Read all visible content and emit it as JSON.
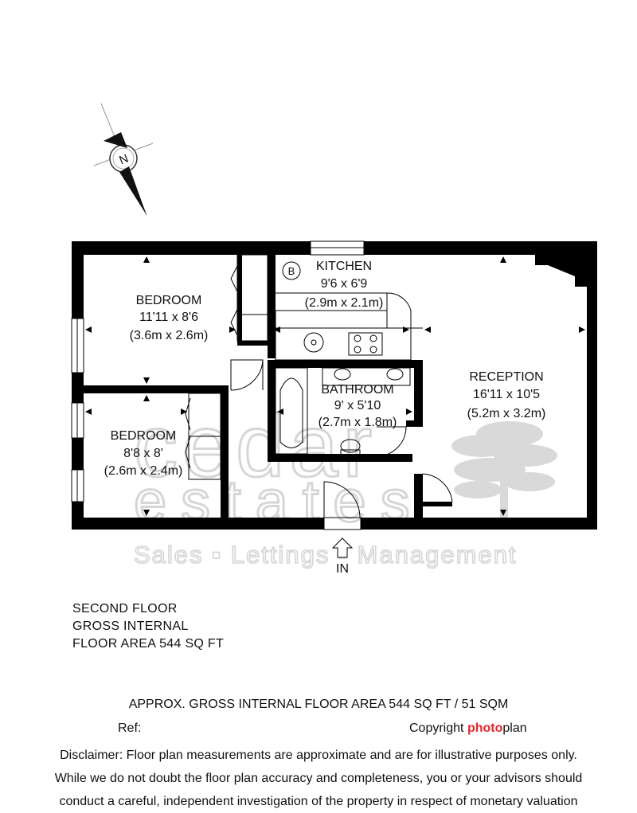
{
  "compass": {
    "label": "N"
  },
  "rooms": {
    "bedroom1": {
      "name": "BEDROOM",
      "dim_imperial": "11'11 x 8'6",
      "dim_metric": "(3.6m x 2.6m)"
    },
    "kitchen": {
      "name": "KITCHEN",
      "dim_imperial": "9'6 x 6'9",
      "dim_metric": "(2.9m x 2.1m)"
    },
    "boiler": {
      "label": "B"
    },
    "bathroom": {
      "name": "BATHROOM",
      "dim_imperial": "9' x 5'10",
      "dim_metric": "(2.7m x 1.8m)"
    },
    "reception": {
      "name": "RECEPTION",
      "dim_imperial": "16'11 x 10'5",
      "dim_metric": "(5.2m x 3.2m)"
    },
    "bedroom2": {
      "name": "BEDROOM",
      "dim_imperial": "8'8 x 8'",
      "dim_metric": "(2.6m x 2.4m)"
    }
  },
  "entrance": {
    "label": "IN"
  },
  "watermark": {
    "line1": "cedar",
    "line2": "estates",
    "line3": "Sales ▪ Lettings ▪ Management"
  },
  "floor_info": {
    "line1": "SECOND FLOOR",
    "line2": "GROSS INTERNAL",
    "line3": "FLOOR AREA 544 SQ FT"
  },
  "footer": {
    "area": "APPROX. GROSS INTERNAL FLOOR AREA 544 SQ FT / 51 SQM",
    "ref_label": "Ref:",
    "copyright_label": "Copyright",
    "brand_part1": "photo",
    "brand_part2": "plan",
    "disclaimer_line1": "Disclaimer: Floor plan measurements are approximate and are for illustrative purposes only.",
    "disclaimer_line2": "While we do not doubt the floor plan accuracy and completeness, you or your advisors should",
    "disclaimer_line3": "conduct a careful, independent investigation of the property in respect of monetary valuation"
  },
  "colors": {
    "wall": "#000000",
    "watermark": "#d6d6d6",
    "brand_red": "#e3262b"
  }
}
